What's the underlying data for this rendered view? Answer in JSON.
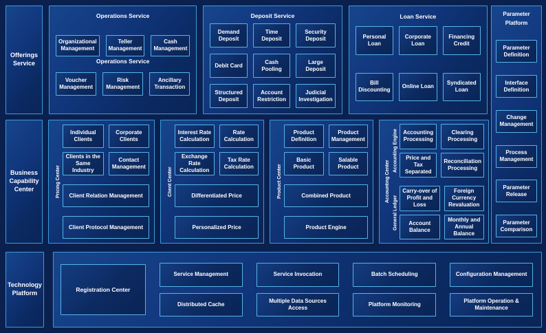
{
  "theme": {
    "page_background": "#0a2150",
    "panel_border": "#3f9ad8",
    "box_border": "#56b4e8",
    "text_color": "#ffffff"
  },
  "sidebar": {
    "offerings": "Offerings Service",
    "business": "Business Capability Center",
    "technology": "Technology Platform"
  },
  "operations": {
    "title": "Operations Service",
    "subtitle": "Operations Service",
    "row1": [
      "Organizational Management",
      "Teller Management",
      "Cash Management"
    ],
    "row2": [
      "Voucher Management",
      "Risk Management",
      "Ancillary Transaction"
    ]
  },
  "deposit": {
    "title": "Deposit Service",
    "boxes": [
      "Demand Deposit",
      "Time Deposit",
      "Security Deposit",
      "Debit Card",
      "Cash Pooling",
      "Large Deposit",
      "Structured Deposit",
      "Account Restriction",
      "Judicial Investigation"
    ]
  },
  "loan": {
    "title": "Loan Service",
    "boxes": [
      "Personal Loan",
      "Corporate Loan",
      "Financing Credit",
      "Bill Discounting",
      "Online Loan",
      "Syndicated Loan"
    ]
  },
  "parameter": {
    "title_line1": "Parameter",
    "title_line2": "Platform",
    "boxes": [
      "Parameter Definition",
      "Interface Definition",
      "Change Management",
      "Process Management",
      "Parameter Release",
      "Parameter Comparison"
    ]
  },
  "centers": {
    "pricing": {
      "label": "Pricing Center",
      "small": [
        "Individual Clients",
        "Corporate Clients",
        "Clients in the Same Industry",
        "Contact Management"
      ],
      "wide": [
        "Client Relation Management",
        "Client Protocol Management"
      ]
    },
    "client": {
      "label": "Client Center",
      "small": [
        "Interest Rate Calculation",
        "Rate Calculation",
        "Exchange Rate Calculation",
        "Tax Rate Calculation"
      ],
      "wide": [
        "Differentiated Price",
        "Personalized Price"
      ]
    },
    "product": {
      "label": "Product Center",
      "small": [
        "Product Definition",
        "Product Management",
        "Basic Product",
        "Salable Product"
      ],
      "wide": [
        "Combined Product",
        "Product Engine"
      ]
    }
  },
  "accounting": {
    "label": "Accounting Center",
    "groups": [
      {
        "label": "Accounting Engine",
        "boxes": [
          "Accounting Processing",
          "Clearing Processing",
          "Price and Tax Separated",
          "Reconciliation Processing"
        ]
      },
      {
        "label": "General Ledger",
        "boxes": [
          "Carry-over of Profit and Loss",
          "Foreign Currency Revaluation",
          "Account Balance",
          "Monthly and Annual Balance"
        ]
      }
    ]
  },
  "technology": {
    "registration": "Registration Center",
    "grid": [
      "Service Management",
      "Service Invocation",
      "Batch Scheduling",
      "Configuration Management",
      "Distributed Cache",
      "Multiple Data Sources Access",
      "Platform Monitoring",
      "Platform Operation & Maintenance"
    ]
  }
}
